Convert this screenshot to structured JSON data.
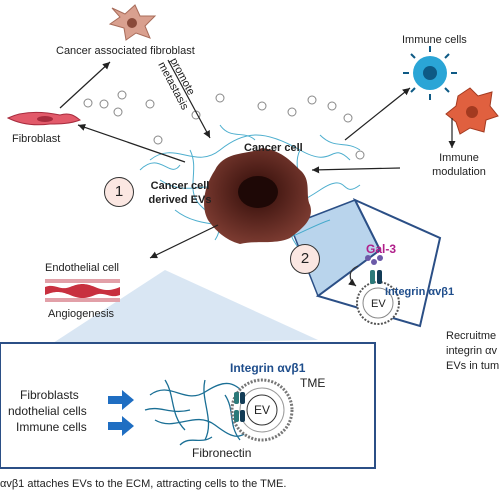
{
  "labels": {
    "caf": "Cancer associated fibroblast",
    "promote": "promote",
    "metastasis": "metastasis",
    "fibroblast": "Fibroblast",
    "cancer_cell": "Cancer cell",
    "evs_line1": "Cancer cell",
    "evs_line2": "derived EVs",
    "immune_cells": "Immune cells",
    "immune_mod_line1": "Immune",
    "immune_mod_line2": "modulation",
    "endothelial": "Endothelial cell",
    "angiogenesis": "Angiogenesis",
    "gal3": "Gal-3",
    "integrin_right": "Integrin αvβ1",
    "ev_right": "EV",
    "recruit_line1": "Recruitme",
    "recruit_line2": "integrin αv",
    "recruit_line3": "EVs in tum",
    "step1": "1",
    "step2": "2",
    "integrin_bottom": "Integrin αvβ1",
    "ev_bottom": "EV",
    "tme": "TME",
    "src_fibroblasts": "Fibroblasts",
    "src_endothelial": "ndothelial cells",
    "src_immune": "Immune cells",
    "fibronectin": "Fibronectin",
    "caption": "αvβ1 attaches EVs to the ECM, attracting cells to the TME."
  },
  "colors": {
    "cancer_cell": "#6b2e27",
    "fibroblast": "#e25a6a",
    "caf": "#d9a08f",
    "immune_blue": "#2aa5d6",
    "immune_orange": "#e0603f",
    "ecm": "#3aa6c9",
    "panel_fill": "#cfe0f0",
    "arrow_blue": "#1f6ec2"
  },
  "icons": [
    "cancer-cell-icon",
    "fibroblast-icon",
    "caf-icon",
    "immune-cell-blue-icon",
    "immune-cell-orange-icon",
    "blood-vessel-icon",
    "ev-vesicle-icon",
    "gal3-icon",
    "integrin-icon",
    "fibronectin-network-icon"
  ]
}
